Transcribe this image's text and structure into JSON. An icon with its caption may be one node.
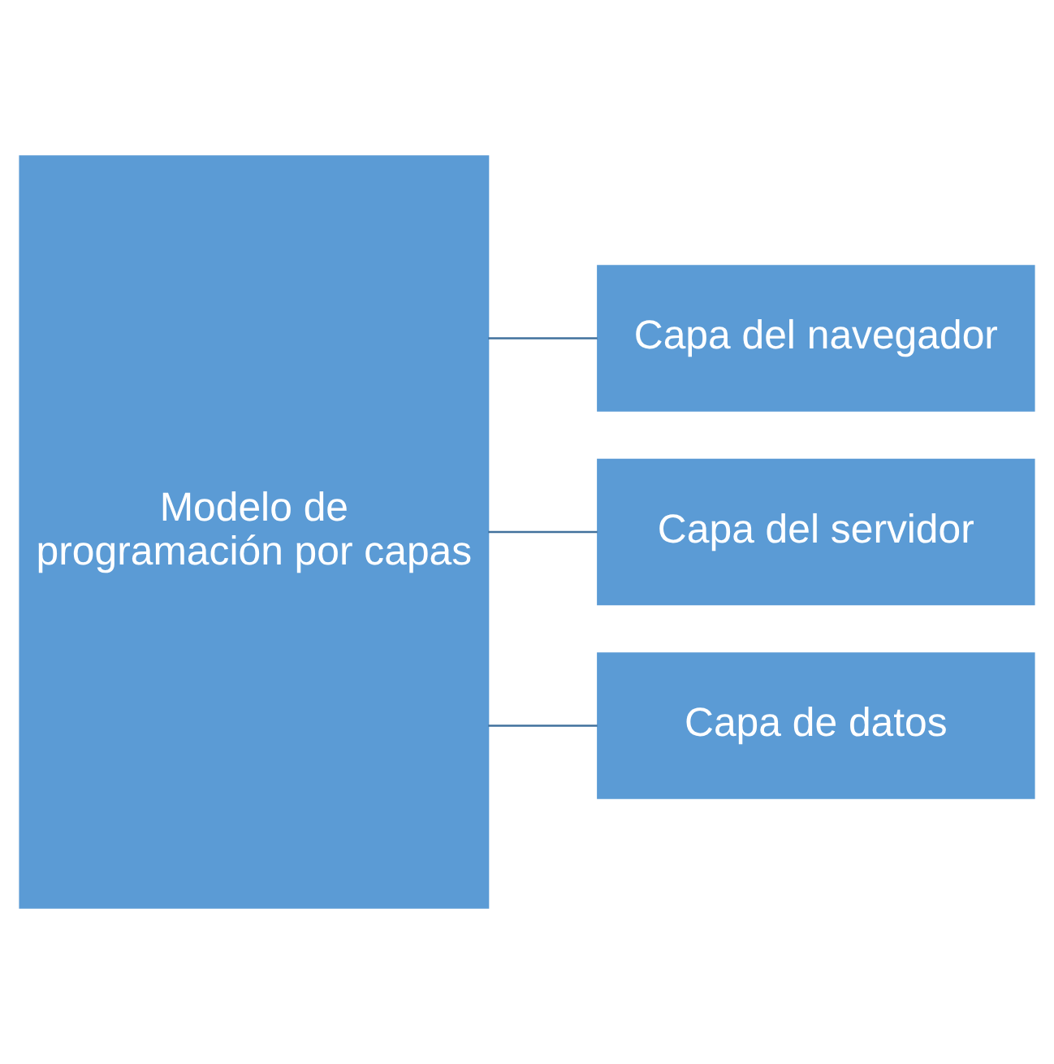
{
  "diagram": {
    "nodes": [
      {
        "text": [
          "Modelo de programación por capas"
        ]
      },
      {
        "text": [
          "Capa del navegador"
        ]
      },
      {
        "text": [
          "Capa del servidor"
        ]
      },
      {
        "text": [
          "Capa de datos"
        ]
      }
    ],
    "edges": [
      {
        "from": 0,
        "to": 1,
        "arrow": "none"
      },
      {
        "from": 0,
        "to": 2,
        "arrow": "none"
      },
      {
        "from": 0,
        "to": 3,
        "arrow": "none"
      }
    ]
  }
}
